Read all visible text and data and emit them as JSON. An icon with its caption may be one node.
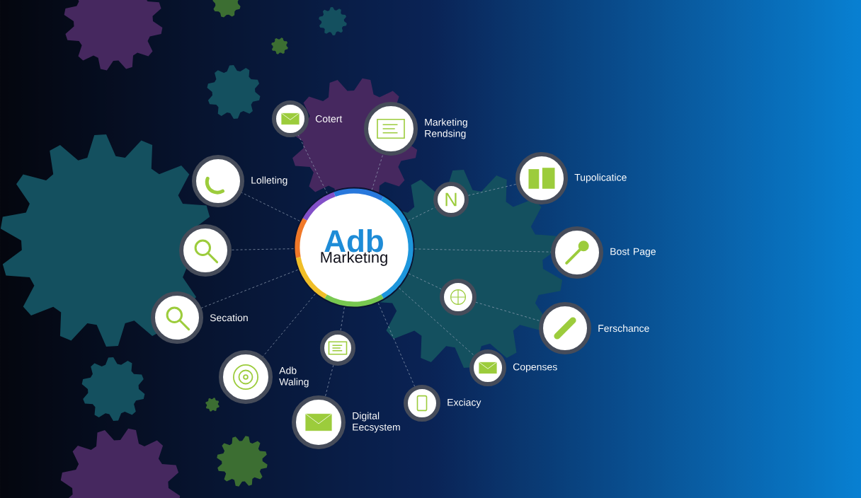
{
  "diagram": {
    "nodes": [
      {
        "text": [
          "Adb",
          "Marketing"
        ]
      },
      {
        "text": [],
        "shape": "circle",
        "beside": [
          "Cotert"
        ]
      },
      {
        "text": [],
        "shape": "circle",
        "beside": [
          "Marketing Rendsing"
        ]
      },
      {
        "text": [],
        "shape": "circle",
        "beside": [
          "Lolleting"
        ]
      },
      {
        "text": [
          "N"
        ]
      },
      {
        "text": [],
        "shape": "circle",
        "beside": [
          "Tupolicatice"
        ]
      },
      {
        "text": [],
        "shape": "circle"
      },
      {
        "text": [],
        "shape": "circle",
        "beside": [
          "Bost Page"
        ]
      },
      {
        "text": [],
        "shape": "circle",
        "beside": [
          "Secation"
        ]
      },
      {
        "text": [],
        "shape": "circle"
      },
      {
        "text": [],
        "shape": "circle",
        "beside": [
          "Ferschance"
        ]
      },
      {
        "text": [],
        "shape": "circle",
        "beside": [
          "Adb Waling"
        ]
      },
      {
        "text": [],
        "shape": "circle"
      },
      {
        "text": [],
        "shape": "circle",
        "beside": [
          "Copenses"
        ]
      },
      {
        "text": [],
        "shape": "circle",
        "beside": [
          "Exciacy"
        ]
      },
      {
        "text": [],
        "shape": "circle",
        "beside": [
          "Digital Eecsystem"
        ]
      }
    ],
    "edges": [
      {
        "from": 0,
        "to": 1,
        "arrow": "none"
      },
      {
        "from": 0,
        "to": 2,
        "arrow": "none"
      },
      {
        "from": 0,
        "to": 3,
        "arrow": "none"
      },
      {
        "from": 0,
        "to": 4,
        "arrow": "none"
      },
      {
        "from": 4,
        "to": 5,
        "arrow": "none"
      },
      {
        "from": 0,
        "to": 6,
        "arrow": "none"
      },
      {
        "from": 0,
        "to": 7,
        "arrow": "none"
      },
      {
        "from": 0,
        "to": 8,
        "arrow": "none"
      },
      {
        "from": 0,
        "to": 9,
        "arrow": "none"
      },
      {
        "from": 9,
        "to": 10,
        "arrow": "none"
      },
      {
        "from": 0,
        "to": 11,
        "arrow": "none"
      },
      {
        "from": 0,
        "to": 12,
        "arrow": "none"
      },
      {
        "from": 12,
        "to": 15,
        "arrow": "none"
      },
      {
        "from": 0,
        "to": 13,
        "arrow": "none"
      },
      {
        "from": 0,
        "to": 14,
        "arrow": "none"
      }
    ]
  }
}
